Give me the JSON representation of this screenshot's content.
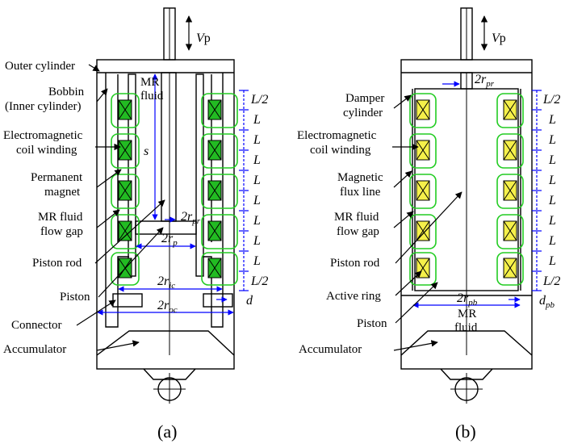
{
  "panel_a": {
    "caption": "(a)",
    "velocity": "V",
    "velocity_sub": "p",
    "labels": {
      "outer_cylinder": "Outer cylinder",
      "bobbin_1": "Bobbin",
      "bobbin_2": "(Inner cylinder)",
      "coil_1": "Electromagnetic",
      "coil_2": "coil winding",
      "magnet_1": "Permanent",
      "magnet_2": "magnet",
      "gap_1": "MR fluid",
      "gap_2": "flow gap",
      "piston_rod": "Piston rod",
      "piston": "Piston",
      "connector": "Connector",
      "accumulator": "Accumulator",
      "mr_fluid_1": "MR",
      "mr_fluid_2": "fluid"
    },
    "dims": {
      "s": "s",
      "rpr": "2r",
      "rpr_sub": "pr",
      "rp": "2r",
      "rp_sub": "p",
      "ric": "2r",
      "ric_sub": "ic",
      "roc": "2r",
      "roc_sub": "oc",
      "d": "d",
      "side_dims": [
        "L/2",
        "L",
        "L",
        "L",
        "L",
        "L",
        "L",
        "L",
        "L",
        "L/2"
      ]
    }
  },
  "panel_b": {
    "caption": "(b)",
    "velocity": "V",
    "velocity_sub": "p",
    "labels": {
      "damper_1": "Damper",
      "damper_2": "cylinder",
      "coil_1": "Electromagnetic",
      "coil_2": "coil winding",
      "flux_1": "Magnetic",
      "flux_2": "flux line",
      "gap_1": "MR fluid",
      "gap_2": "flow gap",
      "piston_rod": "Piston rod",
      "active_ring": "Active ring",
      "piston": "Piston",
      "accumulator": "Accumulator",
      "mr_fluid_1": "MR",
      "mr_fluid_2": "fluid"
    },
    "dims": {
      "rpr": "2r",
      "rpr_sub": "pr",
      "rpb": "2r",
      "rpb_sub": "pb",
      "dpb": "d",
      "dpb_sub": "pb",
      "side_dims": [
        "L/2",
        "L",
        "L",
        "L",
        "L",
        "L",
        "L",
        "L",
        "L",
        "L/2"
      ]
    }
  },
  "colors": {
    "coil_a": "#22bb22",
    "coil_b": "#f5f04a",
    "flux": "#22cc22",
    "dimension": "#0000ff"
  }
}
